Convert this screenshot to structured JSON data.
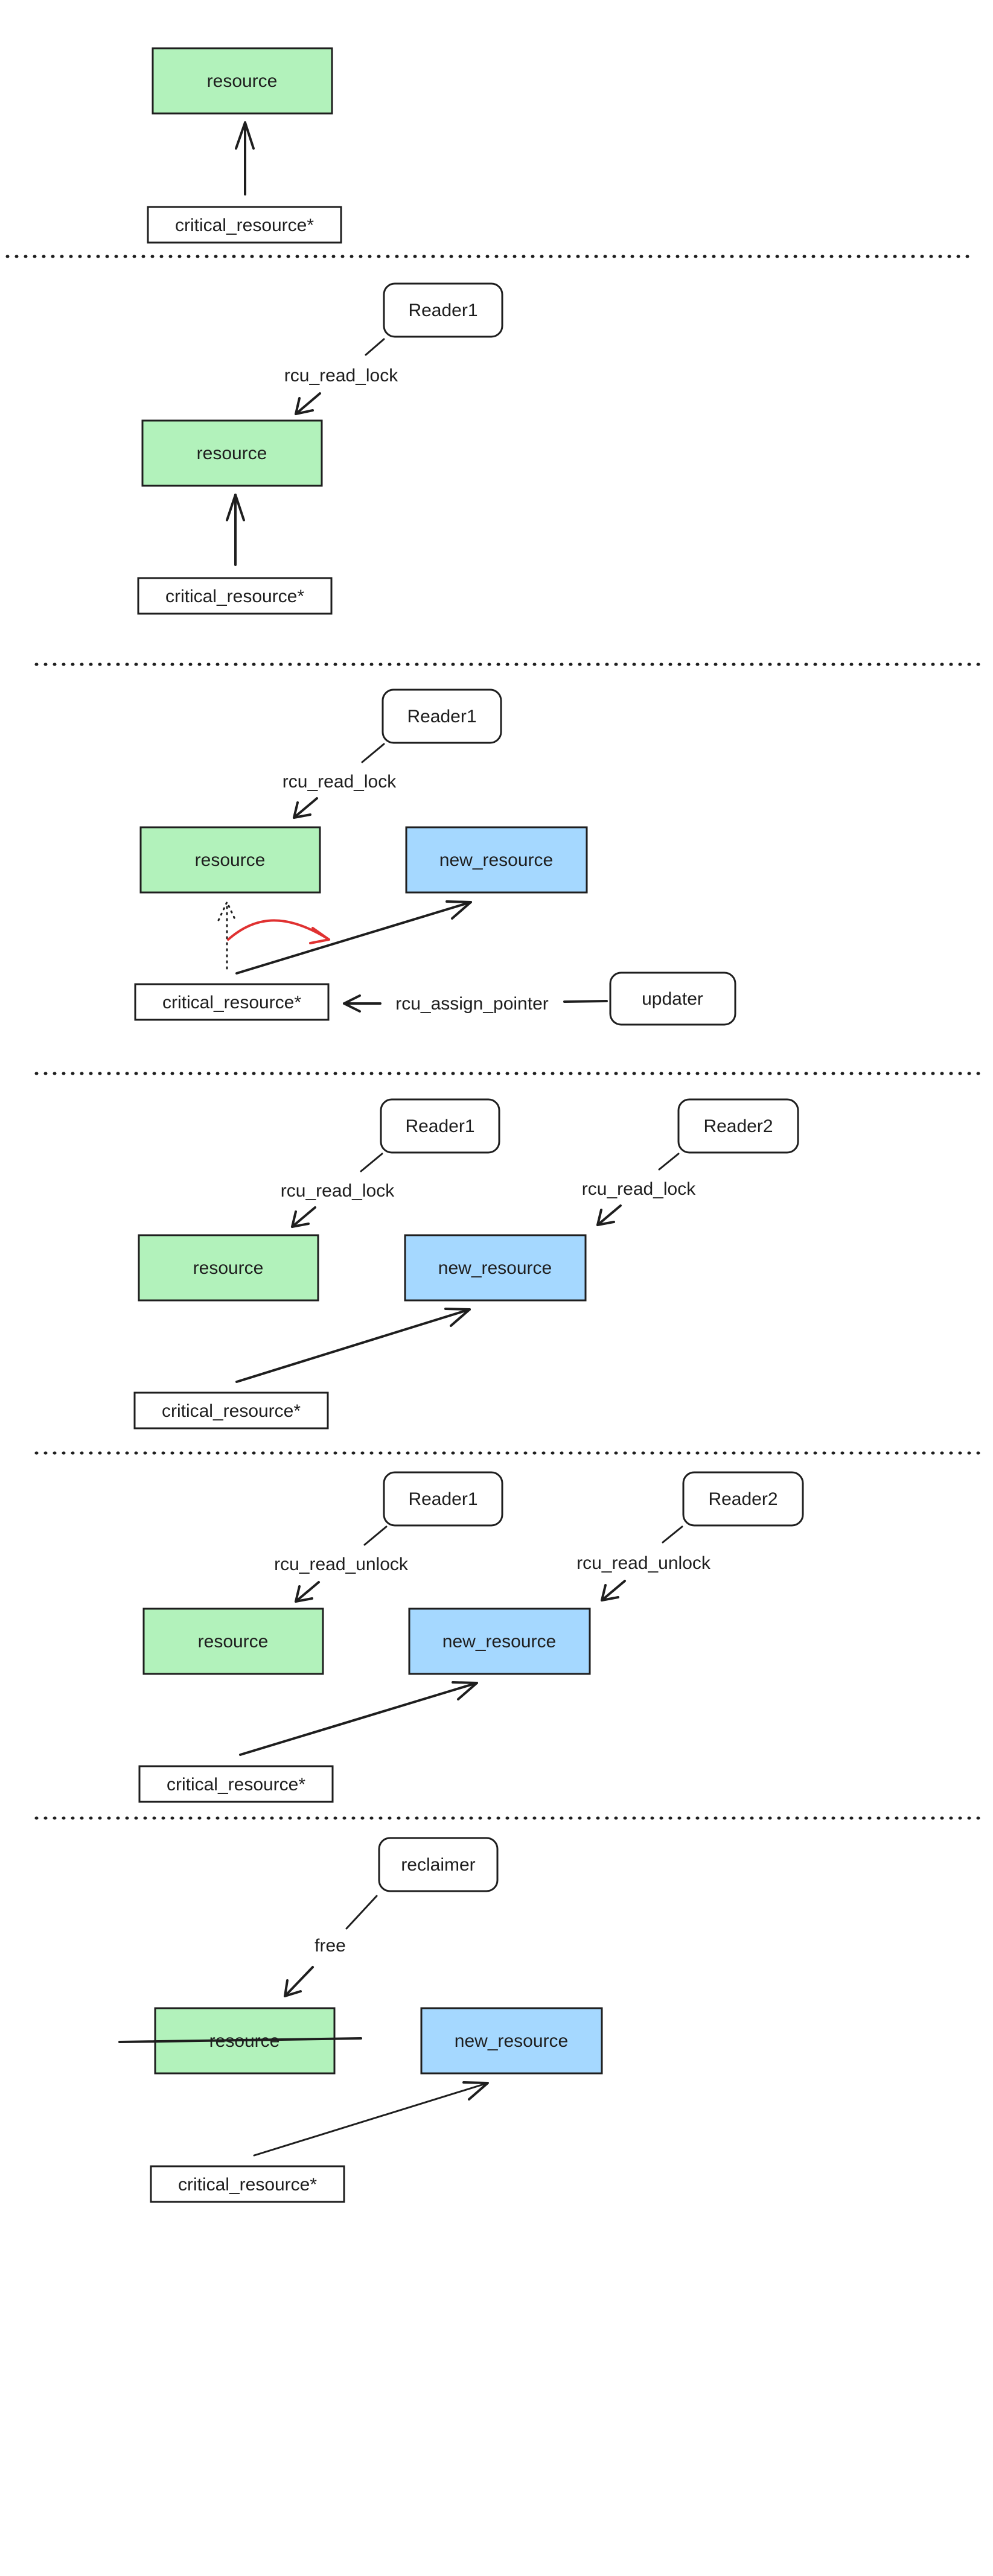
{
  "labels": {
    "resource": "resource",
    "new_resource": "new_resource",
    "critical_resource": "critical_resource*",
    "reader1": "Reader1",
    "reader2": "Reader2",
    "updater": "updater",
    "reclaimer": "reclaimer",
    "rcu_read_lock": "rcu_read_lock",
    "rcu_read_unlock": "rcu_read_unlock",
    "rcu_assign_pointer": "rcu_assign_pointer",
    "free": "free"
  },
  "colors": {
    "resource_fill": "#b2f2bb",
    "new_resource_fill": "#a5d8ff",
    "stroke": "#1e1e1e",
    "highlight_arrow": "#e03131",
    "background": "#ffffff"
  }
}
